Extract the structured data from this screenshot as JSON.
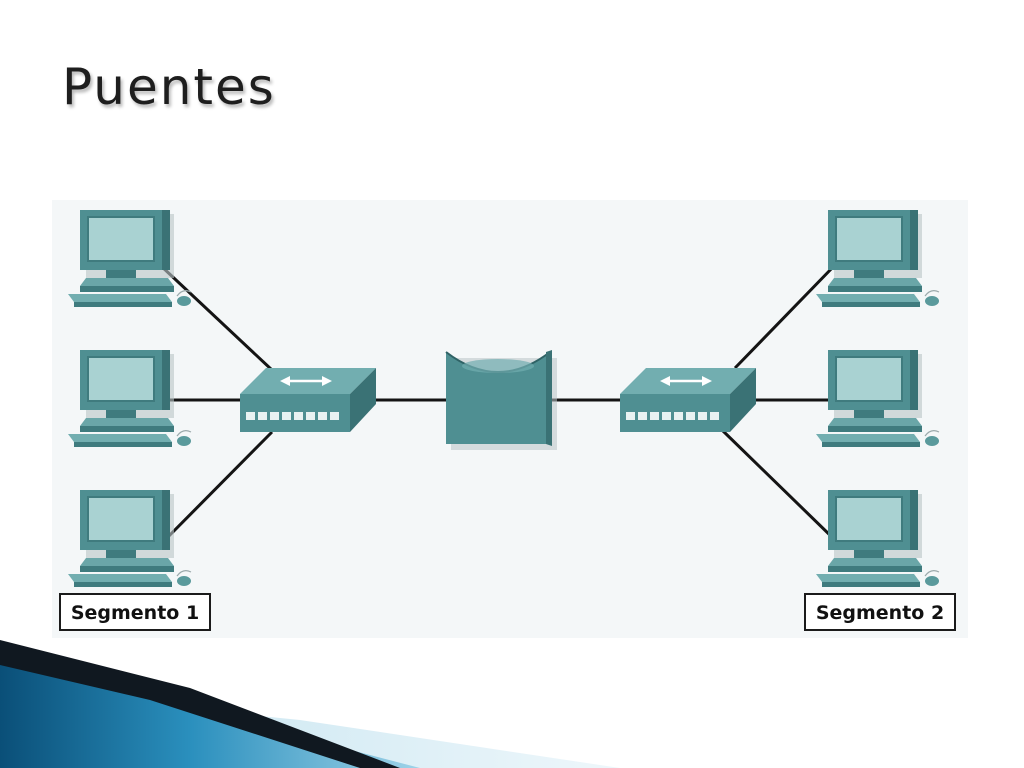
{
  "slide": {
    "title": "Puentes"
  },
  "diagram": {
    "segments": [
      {
        "label": "Segmento 1"
      },
      {
        "label": "Segmento 2"
      }
    ],
    "colors": {
      "device_body": "#4f8f92",
      "device_front": "#3f7b7e",
      "device_top": "#72aeb0",
      "screen": "#a9d2d2",
      "link": "#141414",
      "panel": "#f4f7f8"
    }
  }
}
